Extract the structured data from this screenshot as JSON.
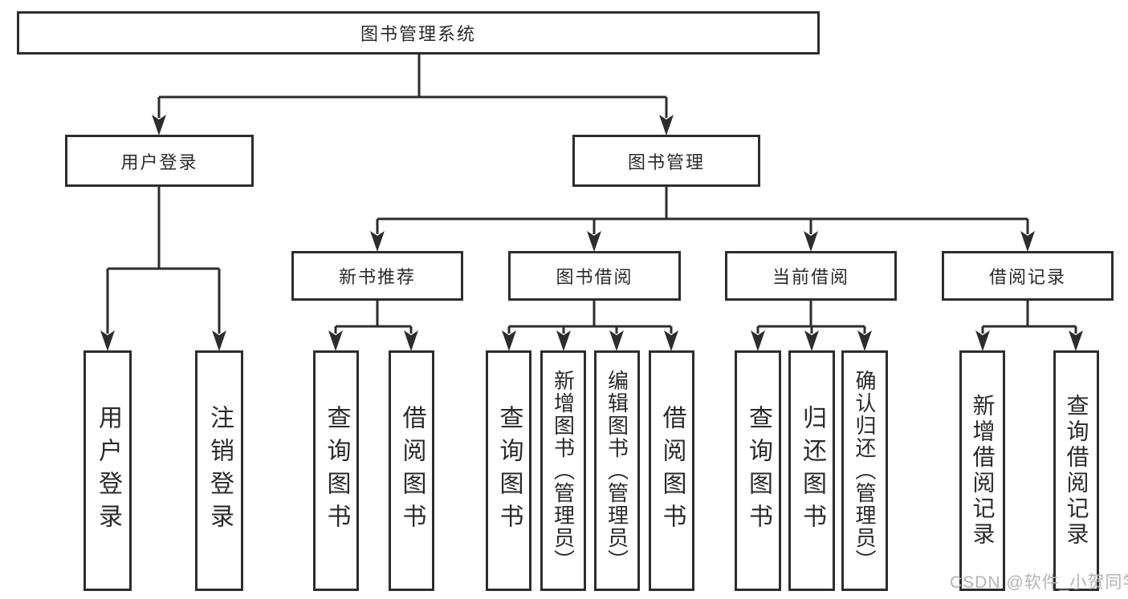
{
  "colors": {
    "line": "#2d2d2d",
    "text": "#2a2a2a",
    "background": "#ffffff",
    "watermark": "#b3b3b3"
  },
  "watermark": "CSDN @软件_小贺同学",
  "diagram": {
    "root": {
      "label": "图书管理系统"
    },
    "level2": [
      {
        "label": "用户登录"
      },
      {
        "label": "图书管理"
      }
    ],
    "level3": [
      {
        "label": "新书推荐",
        "parent": "图书管理"
      },
      {
        "label": "图书借阅",
        "parent": "图书管理"
      },
      {
        "label": "当前借阅",
        "parent": "图书管理"
      },
      {
        "label": "借阅记录",
        "parent": "图书管理"
      }
    ],
    "leaves": [
      {
        "label": "用户登录",
        "parent": "用户登录"
      },
      {
        "label": "注销登录",
        "parent": "用户登录"
      },
      {
        "label": "查询图书",
        "parent": "新书推荐"
      },
      {
        "label": "借阅图书",
        "parent": "新书推荐"
      },
      {
        "label": "查询图书",
        "parent": "图书借阅"
      },
      {
        "label": "新增图书（管理员）",
        "parent": "图书借阅"
      },
      {
        "label": "编辑图书（管理员）",
        "parent": "图书借阅"
      },
      {
        "label": "借阅图书",
        "parent": "图书借阅"
      },
      {
        "label": "查询图书",
        "parent": "当前借阅"
      },
      {
        "label": "归还图书",
        "parent": "当前借阅"
      },
      {
        "label": "确认归还（管理员）",
        "parent": "当前借阅"
      },
      {
        "label": "新增借阅记录",
        "parent": "借阅记录"
      },
      {
        "label": "查询借阅记录",
        "parent": "借阅记录"
      }
    ]
  }
}
